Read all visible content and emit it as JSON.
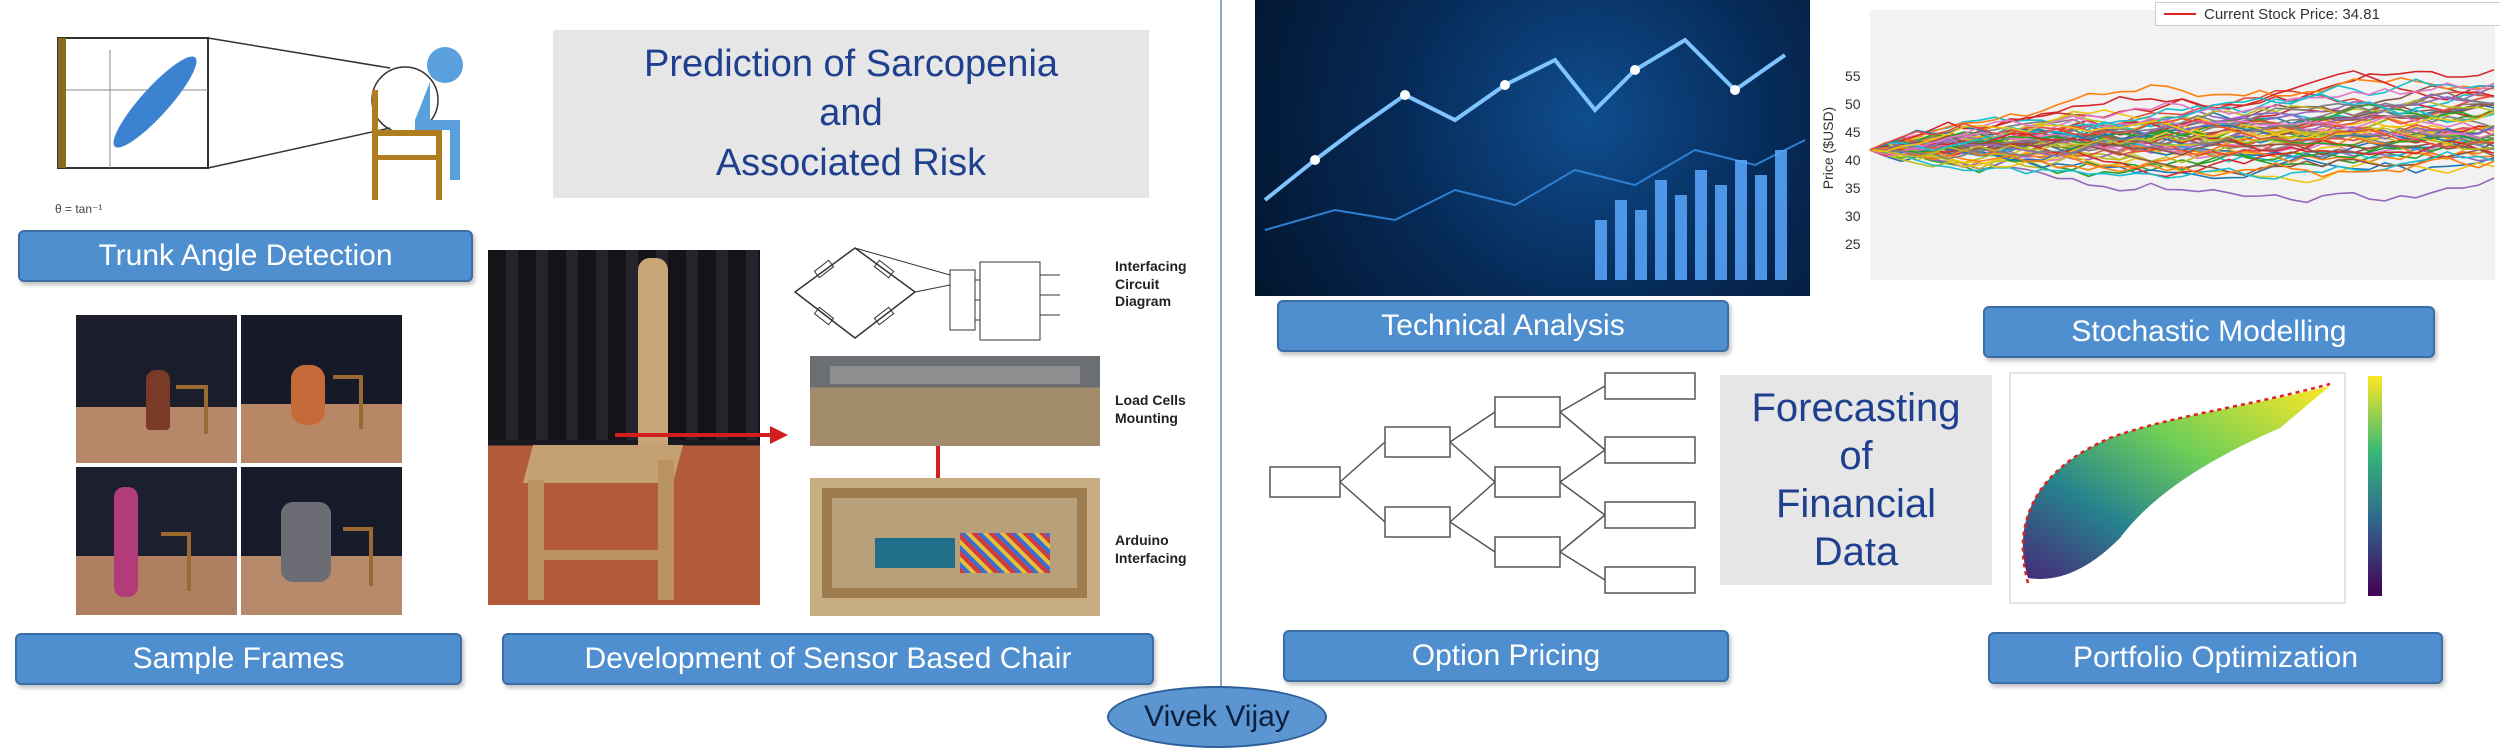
{
  "left": {
    "title_lines": [
      "Prediction of Sarcopenia",
      "and",
      "Associated Risk"
    ],
    "trunk_label": "Trunk Angle Detection",
    "trunk_formula": "θ = tan⁻¹",
    "sample_label": "Sample Frames",
    "chair_label": "Development of Sensor Based Chair",
    "interfacing_label": "Interfacing Circuit Diagram",
    "loadcells_label": "Load Cells Mounting",
    "arduino_label": "Arduino Interfacing"
  },
  "right": {
    "technical_label": "Technical Analysis",
    "stochastic_label": "Stochastic Modelling",
    "stochastic_legend": "Current Stock Price: 34.81",
    "stochastic_ylabel": "Price ($USD)",
    "stochastic_ticks": [
      "55",
      "50",
      "45",
      "40",
      "35",
      "30",
      "25"
    ],
    "option_label": "Option Pricing",
    "forecast_lines": [
      "Forecasting",
      "of",
      "Financial",
      "Data"
    ],
    "portfolio_label": "Portfolio Optimization"
  },
  "author": "Vivek Vijay",
  "colors": {
    "button": "#4f8fcf",
    "title_text": "#1f3f8f",
    "title_bg": "#e6e6e6"
  }
}
